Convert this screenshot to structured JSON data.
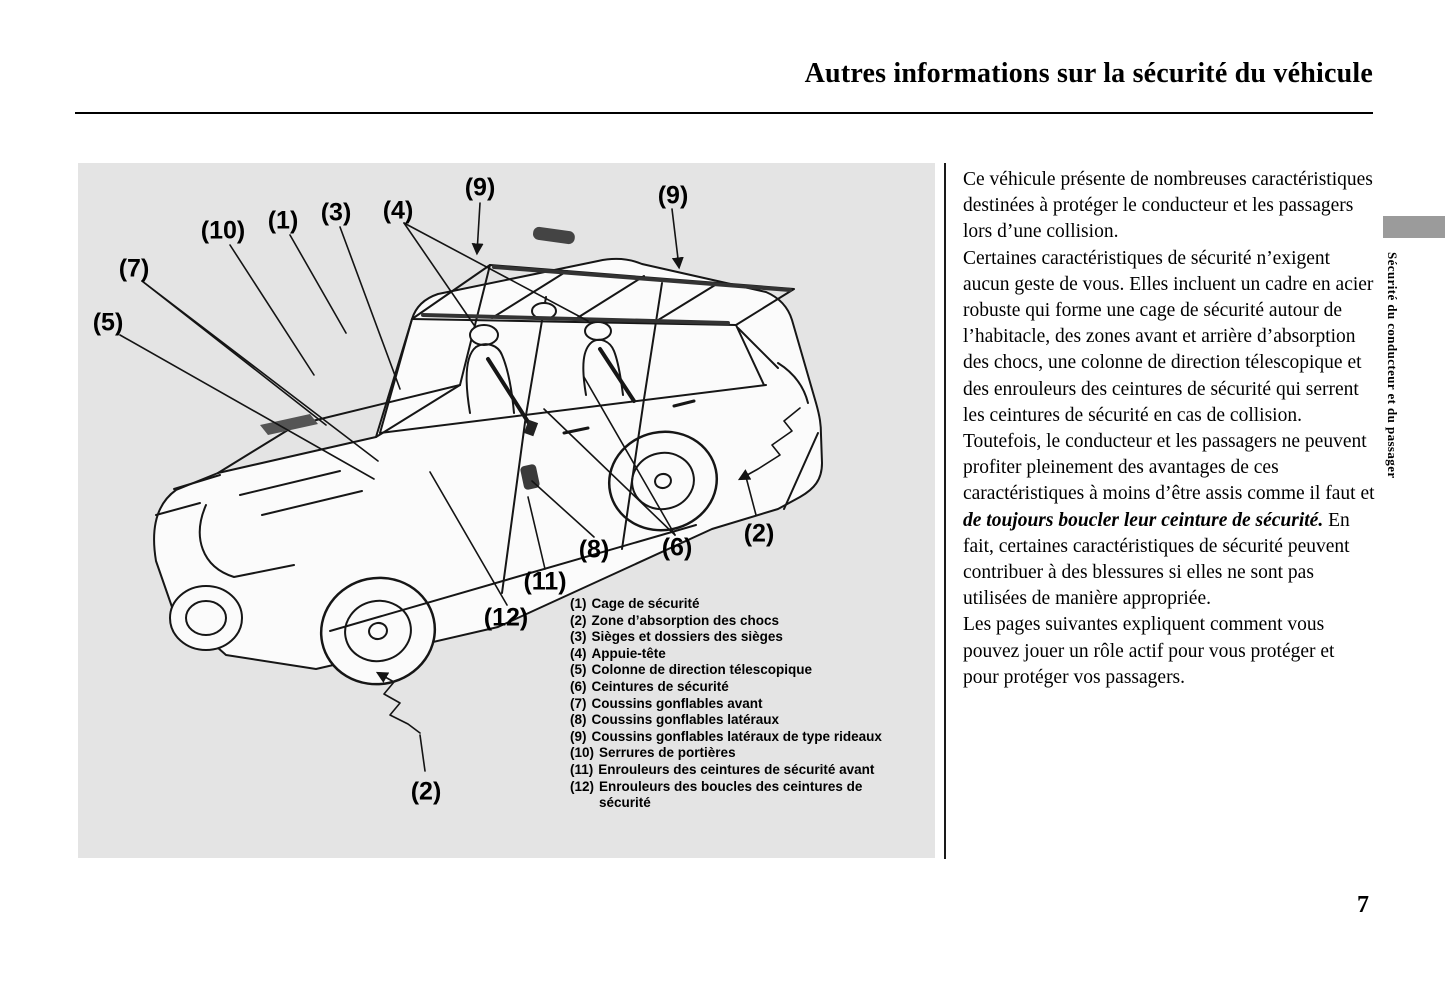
{
  "header": {
    "title": "Autres informations sur la sécurité du véhicule"
  },
  "sidebar": {
    "label": "Sécurité du conducteur et du passager"
  },
  "footer": {
    "page_number": "7"
  },
  "colors": {
    "panel_bg": "#e4e4e4",
    "side_tab": "#9b9b9b",
    "ink": "#000000"
  },
  "diagram": {
    "callouts": [
      {
        "id": "9-left",
        "text": "(9)"
      },
      {
        "id": "9-right",
        "text": "(9)"
      },
      {
        "id": "10",
        "text": "(10)"
      },
      {
        "id": "1",
        "text": "(1)"
      },
      {
        "id": "3",
        "text": "(3)"
      },
      {
        "id": "4",
        "text": "(4)"
      },
      {
        "id": "7",
        "text": "(7)"
      },
      {
        "id": "5",
        "text": "(5)"
      },
      {
        "id": "2-rear",
        "text": "(2)"
      },
      {
        "id": "8",
        "text": "(8)"
      },
      {
        "id": "6",
        "text": "(6)"
      },
      {
        "id": "11",
        "text": "(11)"
      },
      {
        "id": "12",
        "text": "(12)"
      },
      {
        "id": "2-front",
        "text": "(2)"
      }
    ],
    "legend": [
      {
        "num": "(1)",
        "label": "Cage de sécurité"
      },
      {
        "num": "(2)",
        "label": "Zone d’absorption des chocs"
      },
      {
        "num": "(3)",
        "label": "Sièges et dossiers des sièges"
      },
      {
        "num": "(4)",
        "label": "Appuie-tête"
      },
      {
        "num": "(5)",
        "label": "Colonne de direction télescopique"
      },
      {
        "num": "(6)",
        "label": "Ceintures de sécurité"
      },
      {
        "num": "(7)",
        "label": "Coussins gonflables avant"
      },
      {
        "num": "(8)",
        "label": "Coussins gonflables latéraux"
      },
      {
        "num": "(9)",
        "label": "Coussins gonflables latéraux de type rideaux"
      },
      {
        "num": "(10)",
        "label": "Serrures de portières"
      },
      {
        "num": "(11)",
        "label": "Enrouleurs des ceintures de sécurité avant"
      },
      {
        "num": "(12)",
        "label": "Enrouleurs des boucles des ceintures de sécurité"
      }
    ]
  },
  "body": {
    "p1": "Ce véhicule présente de nombreuses caractéristiques destinées à protéger le conducteur et les passagers lors d’une collision.",
    "p2": "Certaines caractéristiques de sécurité n’exigent aucun geste de vous. Elles incluent un cadre en acier robuste qui forme une cage de sécurité autour de l’habitacle, des zones avant et arrière d’absorption des chocs, une colonne de direction télescopique et des enrouleurs des ceintures de sécurité qui serrent les ceintures de sécurité en cas de collision.",
    "p3_before": "Toutefois, le conducteur et les passagers ne peuvent profiter pleinement des avantages de ces caractéristiques à moins d’être assis comme il faut et ",
    "p3_em": "de toujours boucler leur ceinture de sécurité.",
    "p3_after": " En fait, certaines caractéristiques de sécurité peuvent contribuer à des blessures si elles ne sont pas utilisées de manière appropriée.",
    "p4": "Les pages suivantes expliquent comment vous pouvez jouer un rôle actif pour vous protéger et pour protéger vos passagers."
  }
}
